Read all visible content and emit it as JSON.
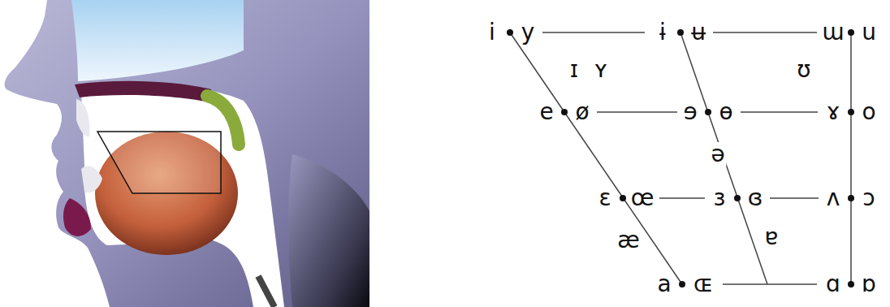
{
  "diagram": {
    "labels": [
      "i",
      "y",
      "ɨ",
      "ʉ",
      "ɯ",
      "u",
      "ɪ",
      "ʏ",
      "ʊ",
      "e",
      "ø",
      "ɘ",
      "ɵ",
      "ɤ",
      "o",
      "ə",
      "ɛ",
      "œ",
      "ɜ",
      "ɞ",
      "ʌ",
      "ɔ",
      "æ",
      "ɐ",
      "a",
      "ɶ",
      "ɑ",
      "ɒ"
    ]
  }
}
